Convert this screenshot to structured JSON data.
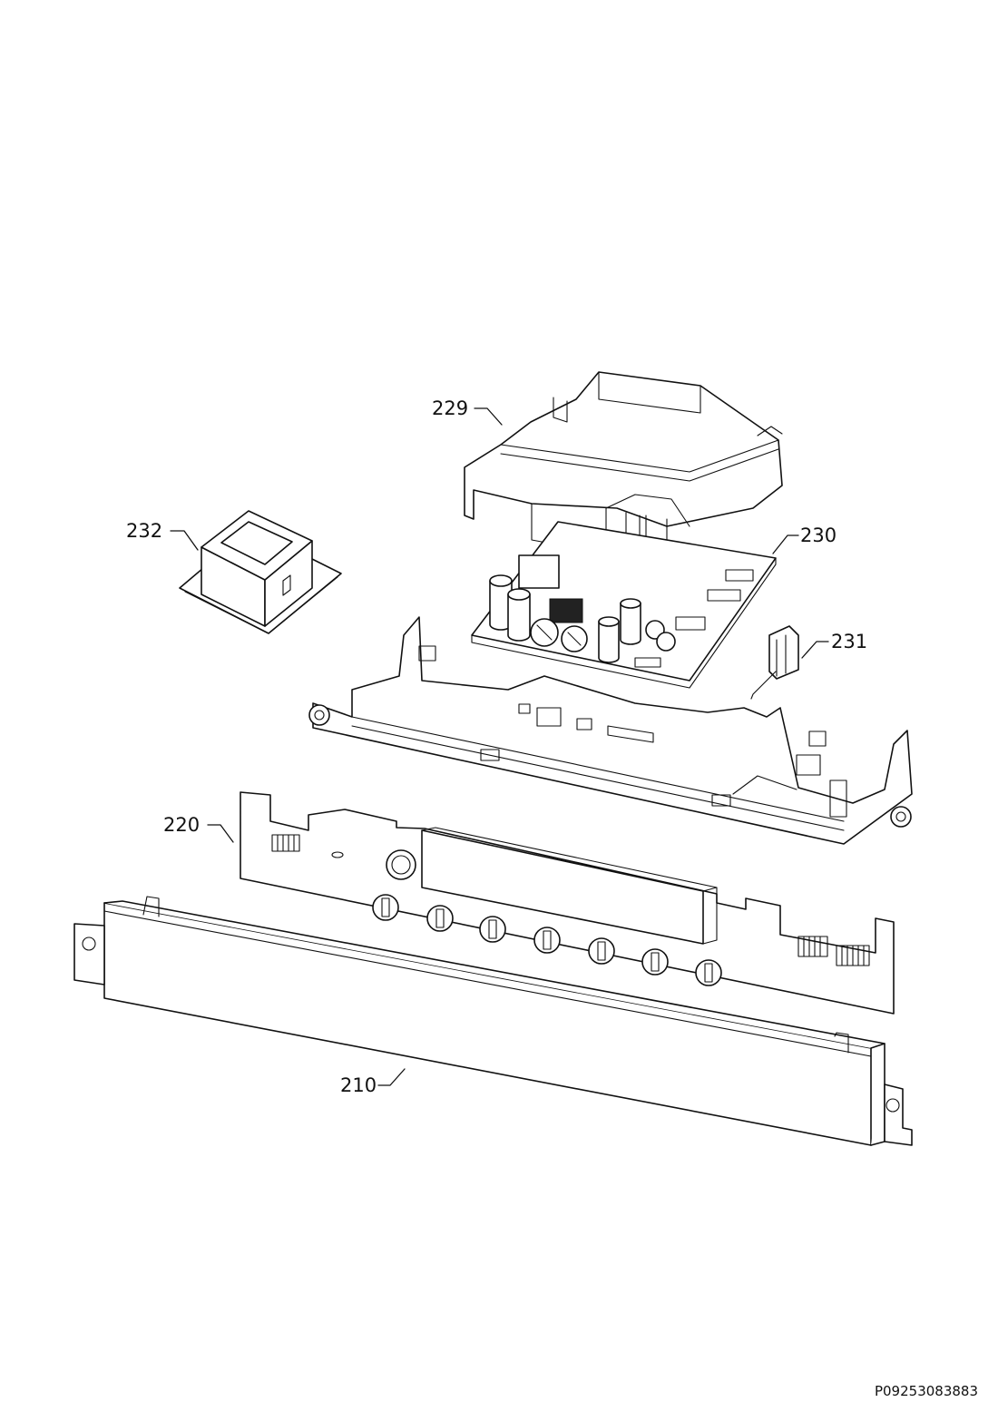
{
  "callouts": {
    "c229": "229",
    "c232": "232",
    "c230": "230",
    "c231": "231",
    "c220": "220",
    "c210": "210"
  },
  "reference_code": "P09253083883",
  "colors": {
    "ink": "#111111",
    "background": "#ffffff"
  }
}
